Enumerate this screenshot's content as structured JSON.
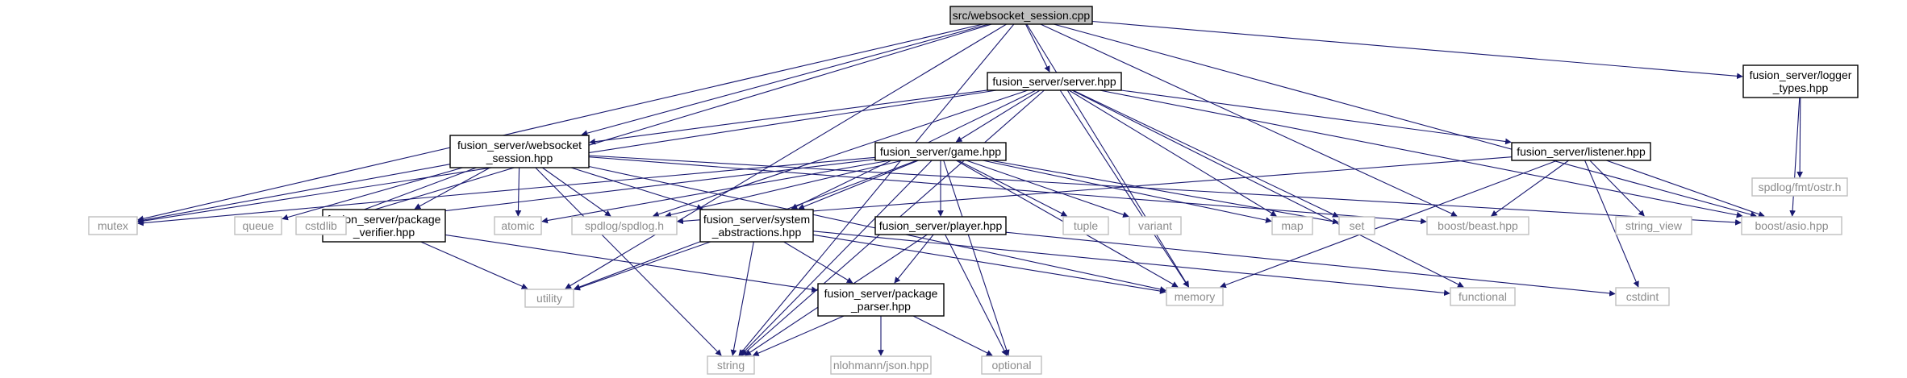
{
  "colors": {
    "root_fill": "#bfbfbf",
    "node_border": "#000000",
    "ext_border": "#bfbfbf",
    "text": "#000000",
    "ext_text": "#8c8c8c",
    "edge": "#191970"
  },
  "nodes": {
    "root": {
      "lines": [
        "src/websocket_session.cpp"
      ],
      "kind": "root"
    },
    "server": {
      "lines": [
        "fusion_server/server.hpp"
      ],
      "kind": "local"
    },
    "logger": {
      "lines": [
        "fusion_server/logger",
        "_types.hpp"
      ],
      "kind": "local"
    },
    "wsess": {
      "lines": [
        "fusion_server/websocket",
        "_session.hpp"
      ],
      "kind": "local"
    },
    "game": {
      "lines": [
        "fusion_server/game.hpp"
      ],
      "kind": "local"
    },
    "listener": {
      "lines": [
        "fusion_server/listener.hpp"
      ],
      "kind": "local"
    },
    "pverifier": {
      "lines": [
        "fusion_server/package",
        "_verifier.hpp"
      ],
      "kind": "local"
    },
    "sysabs": {
      "lines": [
        "fusion_server/system",
        "_abstractions.hpp"
      ],
      "kind": "local"
    },
    "player": {
      "lines": [
        "fusion_server/player.hpp"
      ],
      "kind": "local"
    },
    "pparser": {
      "lines": [
        "fusion_server/package",
        "_parser.hpp"
      ],
      "kind": "local"
    },
    "spdfmt": {
      "lines": [
        "spdlog/fmt/ostr.h"
      ],
      "kind": "ext"
    },
    "mutex": {
      "lines": [
        "mutex"
      ],
      "kind": "ext"
    },
    "queue": {
      "lines": [
        "queue"
      ],
      "kind": "ext"
    },
    "cstdlib": {
      "lines": [
        "cstdlib"
      ],
      "kind": "ext"
    },
    "atomic": {
      "lines": [
        "atomic"
      ],
      "kind": "ext"
    },
    "spdlog": {
      "lines": [
        "spdlog/spdlog.h"
      ],
      "kind": "ext"
    },
    "tuple": {
      "lines": [
        "tuple"
      ],
      "kind": "ext"
    },
    "variant": {
      "lines": [
        "variant"
      ],
      "kind": "ext"
    },
    "map": {
      "lines": [
        "map"
      ],
      "kind": "ext"
    },
    "set": {
      "lines": [
        "set"
      ],
      "kind": "ext"
    },
    "beast": {
      "lines": [
        "boost/beast.hpp"
      ],
      "kind": "ext"
    },
    "strview": {
      "lines": [
        "string_view"
      ],
      "kind": "ext"
    },
    "asio": {
      "lines": [
        "boost/asio.hpp"
      ],
      "kind": "ext"
    },
    "utility": {
      "lines": [
        "utility"
      ],
      "kind": "ext"
    },
    "memory": {
      "lines": [
        "memory"
      ],
      "kind": "ext"
    },
    "functional": {
      "lines": [
        "functional"
      ],
      "kind": "ext"
    },
    "cstdint": {
      "lines": [
        "cstdint"
      ],
      "kind": "ext"
    },
    "string": {
      "lines": [
        "string"
      ],
      "kind": "ext"
    },
    "json": {
      "lines": [
        "nlohmann/json.hpp"
      ],
      "kind": "ext"
    },
    "optional": {
      "lines": [
        "optional"
      ],
      "kind": "ext"
    }
  },
  "edges": [
    [
      "root",
      "server"
    ],
    [
      "root",
      "logger"
    ],
    [
      "root",
      "wsess"
    ],
    [
      "root",
      "mutex"
    ],
    [
      "root",
      "cstdlib"
    ],
    [
      "root",
      "utility"
    ],
    [
      "root",
      "string"
    ],
    [
      "root",
      "memory"
    ],
    [
      "root",
      "beast"
    ],
    [
      "root",
      "asio"
    ],
    [
      "server",
      "wsess"
    ],
    [
      "server",
      "game"
    ],
    [
      "server",
      "listener"
    ],
    [
      "server",
      "mutex"
    ],
    [
      "server",
      "string"
    ],
    [
      "server",
      "spdlog"
    ],
    [
      "server",
      "sysabs"
    ],
    [
      "server",
      "map"
    ],
    [
      "server",
      "set"
    ],
    [
      "server",
      "memory"
    ],
    [
      "server",
      "asio"
    ],
    [
      "server",
      "functional"
    ],
    [
      "logger",
      "spdfmt"
    ],
    [
      "logger",
      "asio"
    ],
    [
      "wsess",
      "mutex"
    ],
    [
      "wsess",
      "queue"
    ],
    [
      "wsess",
      "cstdlib"
    ],
    [
      "wsess",
      "atomic"
    ],
    [
      "wsess",
      "spdlog"
    ],
    [
      "wsess",
      "pverifier"
    ],
    [
      "wsess",
      "sysabs"
    ],
    [
      "wsess",
      "memory"
    ],
    [
      "wsess",
      "beast"
    ],
    [
      "wsess",
      "asio"
    ],
    [
      "wsess",
      "string"
    ],
    [
      "game",
      "mutex"
    ],
    [
      "game",
      "cstdlib"
    ],
    [
      "game",
      "atomic"
    ],
    [
      "game",
      "spdlog"
    ],
    [
      "game",
      "sysabs"
    ],
    [
      "game",
      "player"
    ],
    [
      "game",
      "tuple"
    ],
    [
      "game",
      "variant"
    ],
    [
      "game",
      "map"
    ],
    [
      "game",
      "set"
    ],
    [
      "game",
      "memory"
    ],
    [
      "game",
      "optional"
    ],
    [
      "game",
      "utility"
    ],
    [
      "game",
      "string"
    ],
    [
      "listener",
      "spdlog"
    ],
    [
      "listener",
      "beast"
    ],
    [
      "listener",
      "strview"
    ],
    [
      "listener",
      "asio"
    ],
    [
      "listener",
      "memory"
    ],
    [
      "listener",
      "cstdint"
    ],
    [
      "pverifier",
      "utility"
    ],
    [
      "pverifier",
      "pparser"
    ],
    [
      "sysabs",
      "utility"
    ],
    [
      "sysabs",
      "pparser"
    ],
    [
      "sysabs",
      "memory"
    ],
    [
      "sysabs",
      "functional"
    ],
    [
      "sysabs",
      "string"
    ],
    [
      "player",
      "pparser"
    ],
    [
      "player",
      "string"
    ],
    [
      "player",
      "optional"
    ],
    [
      "player",
      "cstdint"
    ],
    [
      "pparser",
      "string"
    ],
    [
      "pparser",
      "json"
    ],
    [
      "pparser",
      "optional"
    ]
  ]
}
